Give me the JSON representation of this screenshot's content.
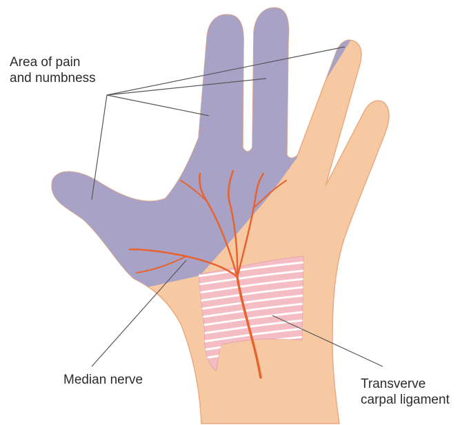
{
  "labels": {
    "pain_line1": "Area of pain",
    "pain_line2": "and numbness",
    "median": "Median nerve",
    "ligament_line1": "Transverve",
    "ligament_line2": "carpal ligament"
  },
  "colors": {
    "skin": "#f7c9a3",
    "skin_shadow": "#eaa97f",
    "numb_area": "#a8a3c6",
    "nerve": "#e8622e",
    "ligament_fill": "#f4bcc3",
    "ligament_stripe": "#ffffff",
    "leader_line": "#555555",
    "text": "#2b2b2b"
  }
}
